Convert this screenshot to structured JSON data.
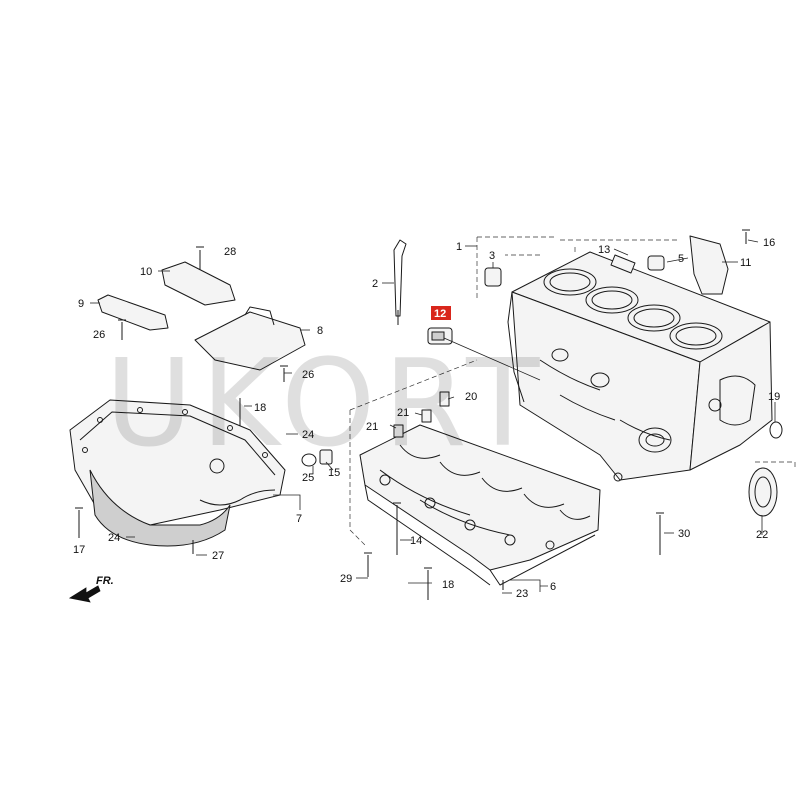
{
  "watermark": "UKORT",
  "direction_label": "FR.",
  "highlight_color": "#d9261c",
  "highlighted_part": "12",
  "labels": {
    "p1": "1",
    "p2": "2",
    "p3": "3",
    "p5": "5",
    "p6": "6",
    "p7": "7",
    "p8": "8",
    "p9": "9",
    "p10": "10",
    "p11": "11",
    "p12": "12",
    "p13": "13",
    "p14": "14",
    "p15": "15",
    "p16": "16",
    "p17": "17",
    "p18a": "18",
    "p18b": "18",
    "p19": "19",
    "p20": "20",
    "p21a": "21",
    "p21b": "21",
    "p22": "22",
    "p23": "23",
    "p24a": "24",
    "p24b": "24",
    "p25": "25",
    "p26a": "26",
    "p26b": "26",
    "p27": "27",
    "p28": "28",
    "p29": "29",
    "p30": "30"
  }
}
